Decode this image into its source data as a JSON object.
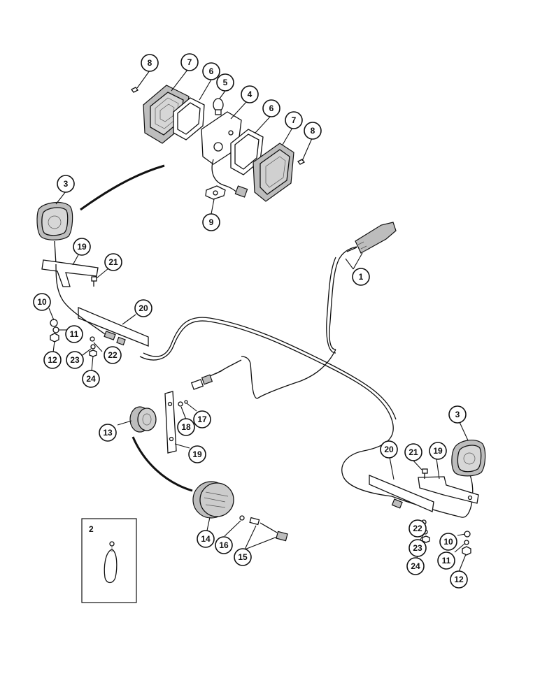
{
  "callouts": [
    {
      "id": "c8a",
      "label": "8"
    },
    {
      "id": "c7a",
      "label": "7"
    },
    {
      "id": "c6a",
      "label": "6"
    },
    {
      "id": "c5",
      "label": "5"
    },
    {
      "id": "c4",
      "label": "4"
    },
    {
      "id": "c6b",
      "label": "6"
    },
    {
      "id": "c7b",
      "label": "7"
    },
    {
      "id": "c8b",
      "label": "8"
    },
    {
      "id": "c3a",
      "label": "3"
    },
    {
      "id": "c9",
      "label": "9"
    },
    {
      "id": "c19a",
      "label": "19"
    },
    {
      "id": "c21a",
      "label": "21"
    },
    {
      "id": "c10a",
      "label": "10"
    },
    {
      "id": "c11a",
      "label": "11"
    },
    {
      "id": "c12a",
      "label": "12"
    },
    {
      "id": "c20a",
      "label": "20"
    },
    {
      "id": "c22a",
      "label": "22"
    },
    {
      "id": "c23a",
      "label": "23"
    },
    {
      "id": "c24a",
      "label": "24"
    },
    {
      "id": "c1",
      "label": "1"
    },
    {
      "id": "c17",
      "label": "17"
    },
    {
      "id": "c18",
      "label": "18"
    },
    {
      "id": "c13",
      "label": "13"
    },
    {
      "id": "c19b",
      "label": "19"
    },
    {
      "id": "c3b",
      "label": "3"
    },
    {
      "id": "c20b",
      "label": "20"
    },
    {
      "id": "c21b",
      "label": "21"
    },
    {
      "id": "c19c",
      "label": "19"
    },
    {
      "id": "c14",
      "label": "14"
    },
    {
      "id": "c16",
      "label": "16"
    },
    {
      "id": "c15",
      "label": "15"
    },
    {
      "id": "c22b",
      "label": "22"
    },
    {
      "id": "c23b",
      "label": "23"
    },
    {
      "id": "c24b",
      "label": "24"
    },
    {
      "id": "c10b",
      "label": "10"
    },
    {
      "id": "c11b",
      "label": "11"
    },
    {
      "id": "c12b",
      "label": "12"
    }
  ],
  "inset": {
    "label": "2"
  }
}
